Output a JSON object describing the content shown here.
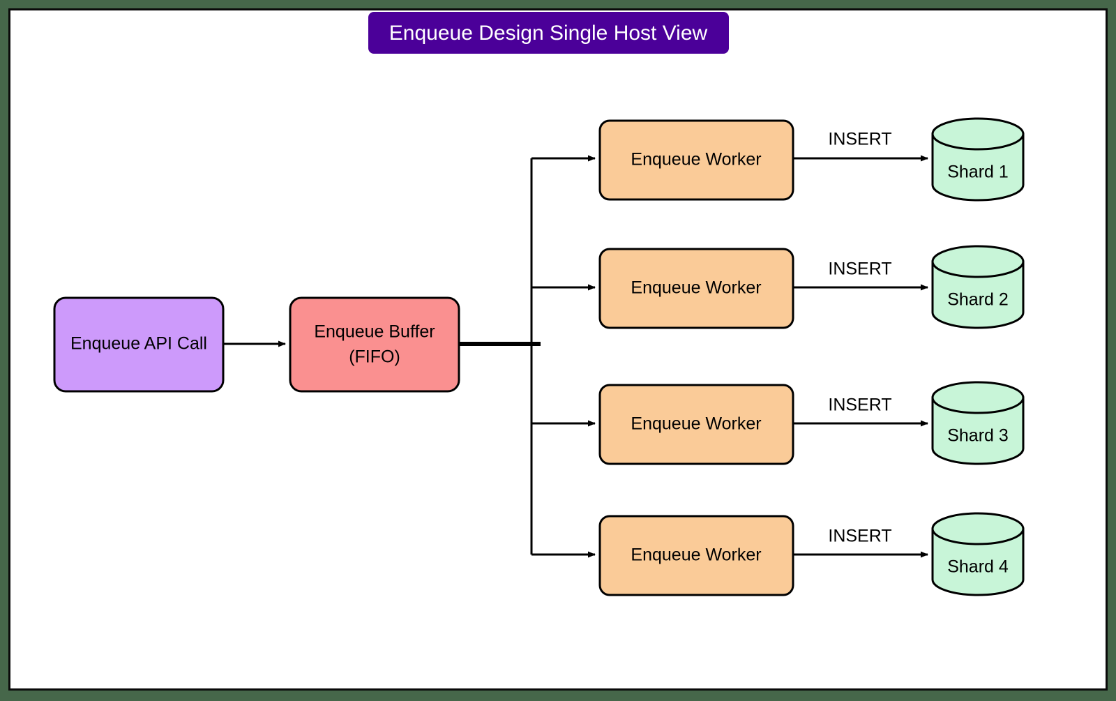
{
  "title": {
    "label": "Enqueue Design Single Host View",
    "background": "#4b0099",
    "text_color": "#ffffff"
  },
  "canvas": {
    "background": "#ffffff",
    "border_color": "#0a0a0a",
    "outer_background": "#46674a"
  },
  "palette": {
    "api": "#cd9afb",
    "buffer": "#fa9090",
    "worker": "#facb98",
    "shard": "#c8f5d8",
    "stroke": "#000000"
  },
  "nodes": {
    "api_call": {
      "label": "Enqueue API Call"
    },
    "buffer": {
      "label_line1": "Enqueue Buffer",
      "label_line2": "(FIFO)"
    },
    "workers": [
      {
        "label": "Enqueue Worker"
      },
      {
        "label": "Enqueue Worker"
      },
      {
        "label": "Enqueue Worker"
      },
      {
        "label": "Enqueue Worker"
      }
    ],
    "shards": [
      {
        "label": "Shard 1"
      },
      {
        "label": "Shard 2"
      },
      {
        "label": "Shard 3"
      },
      {
        "label": "Shard 4"
      }
    ]
  },
  "edges": {
    "insert_labels": [
      "INSERT",
      "INSERT",
      "INSERT",
      "INSERT"
    ]
  }
}
